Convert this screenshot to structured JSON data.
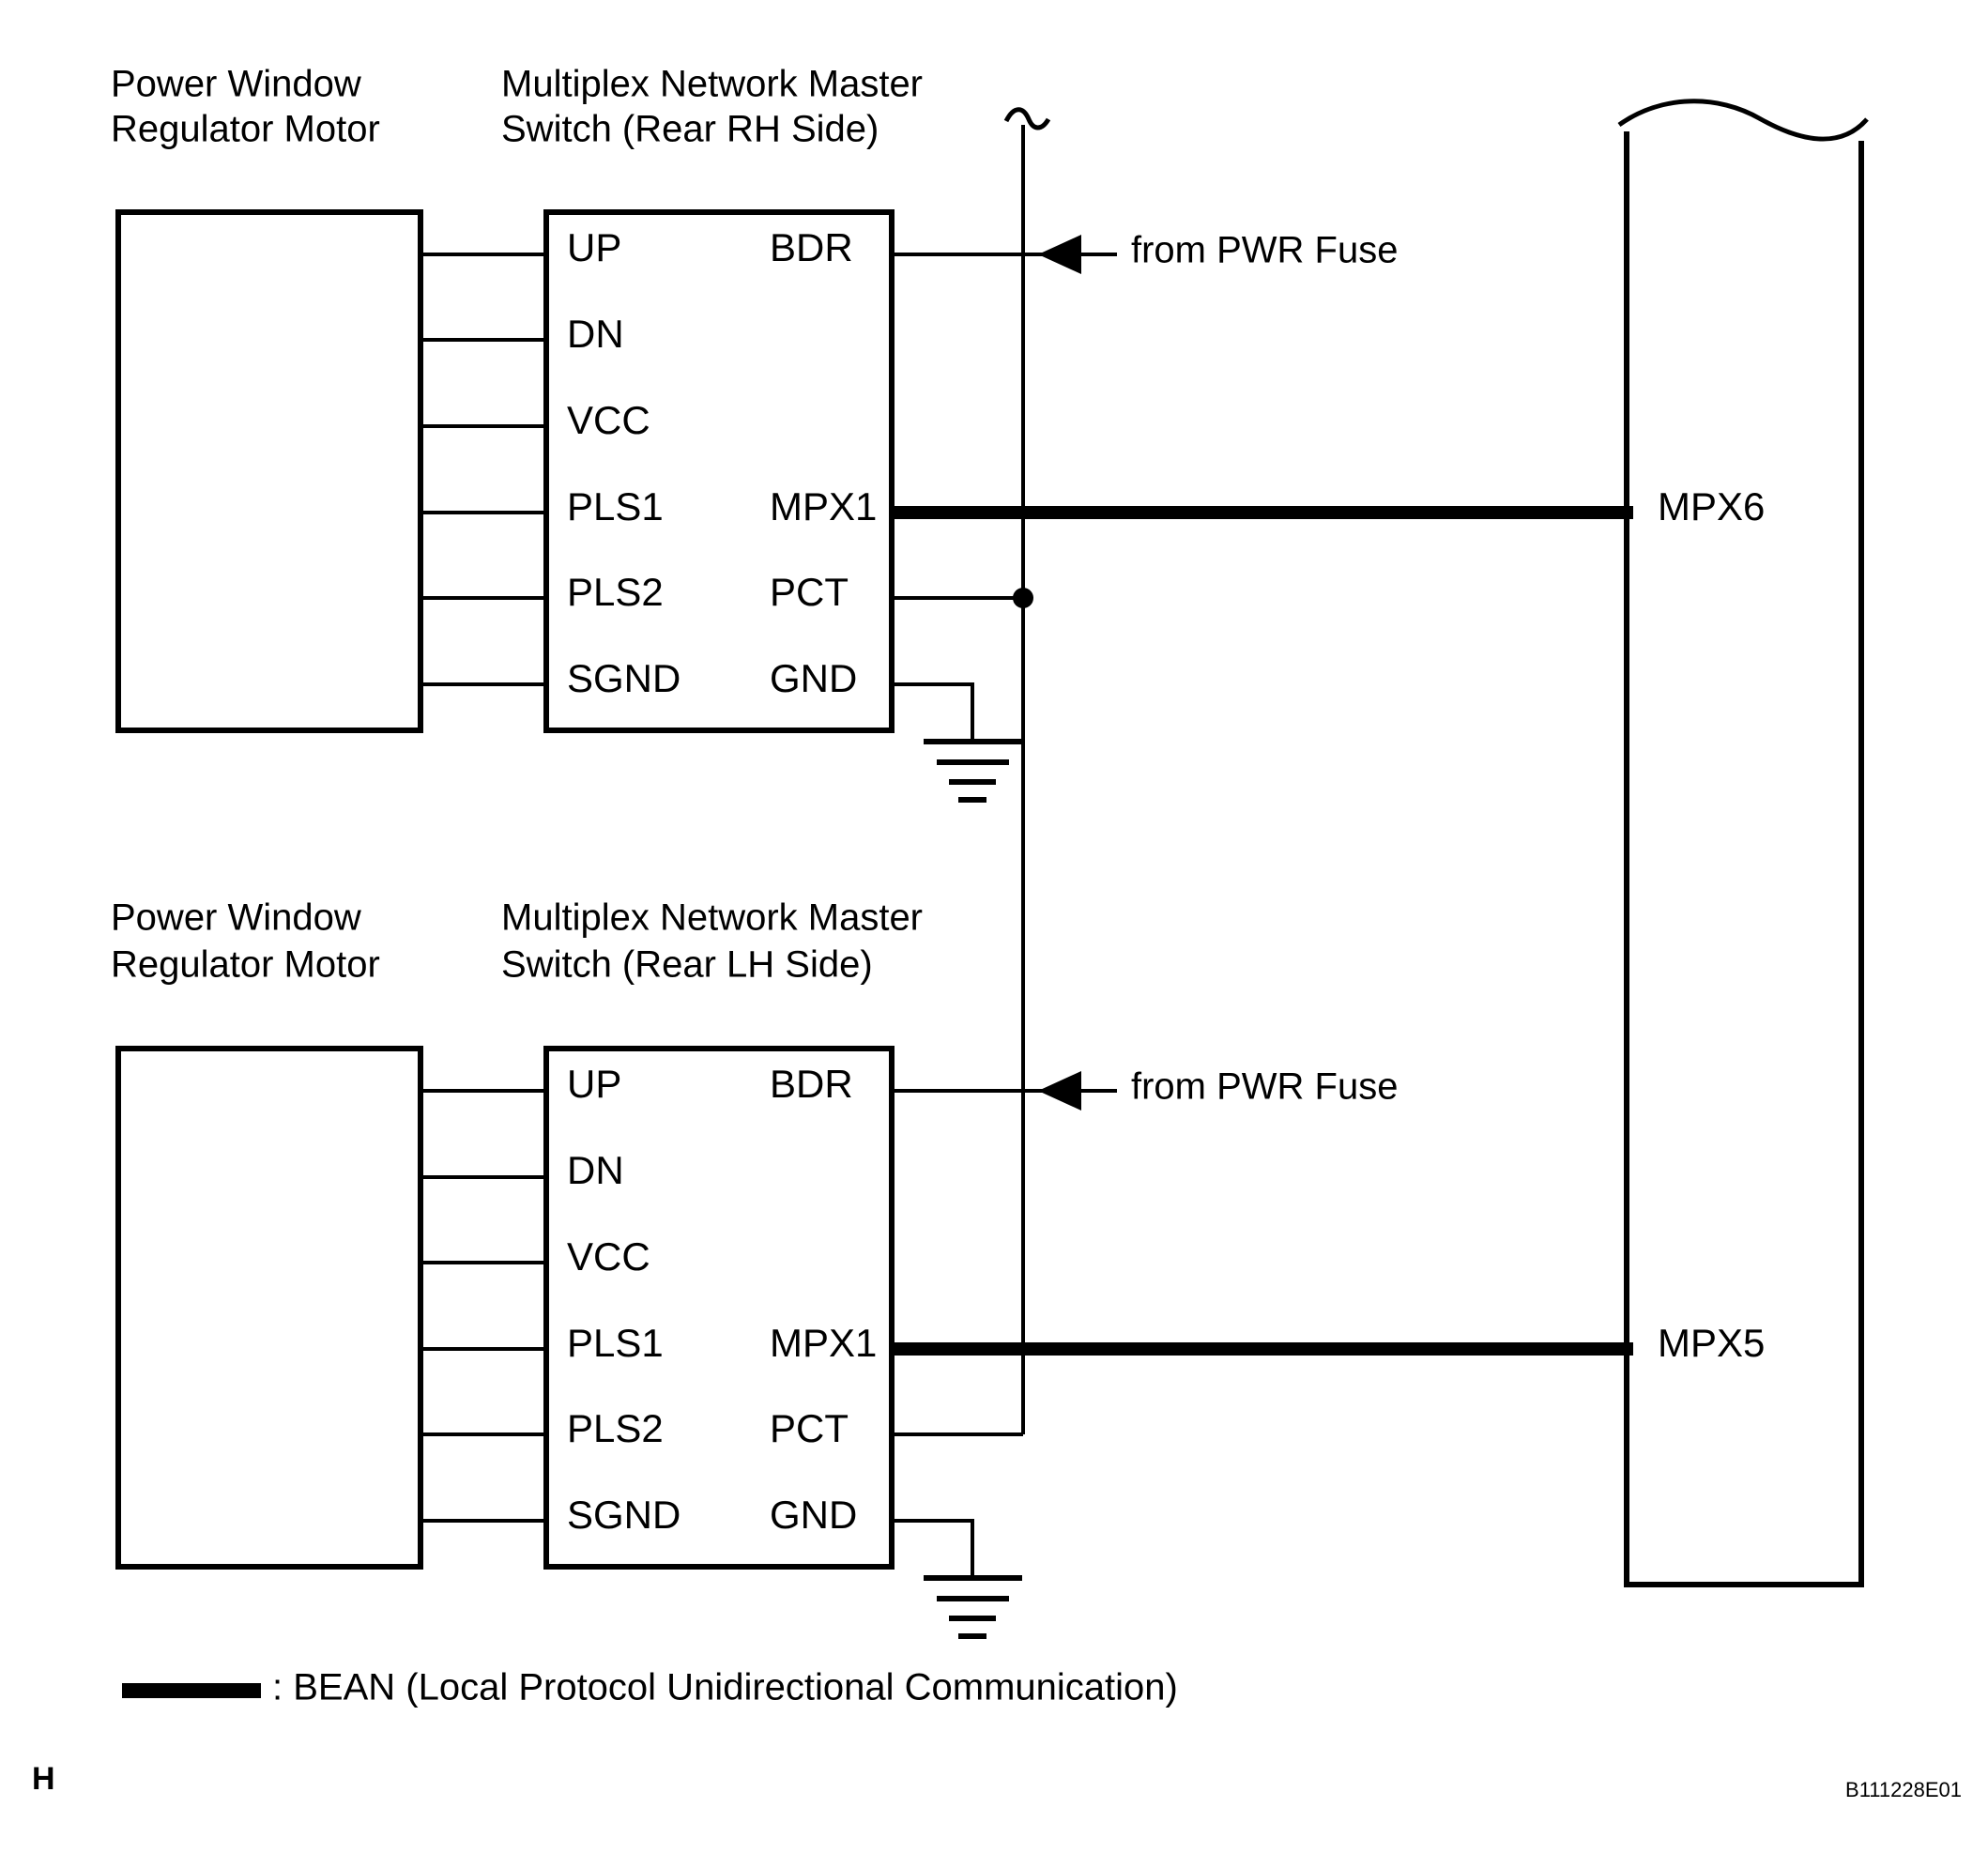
{
  "page": {
    "corner_marker": "H",
    "figure_code": "B111228E01",
    "background_color": "#ffffff",
    "line_color": "#000000"
  },
  "legend": {
    "symbol": "thick-line-swatch",
    "text": ": BEAN (Local Protocol Unidirectional Communication)"
  },
  "sections": [
    {
      "id": "rear-rh",
      "motor": {
        "title_line1": "Power Window",
        "title_line2": "Regulator Motor"
      },
      "switch": {
        "title_line1": "Multiplex Network Master",
        "title_line2": "Switch (Rear RH Side)"
      },
      "left_pins": [
        "UP",
        "DN",
        "VCC",
        "PLS1",
        "PLS2",
        "SGND"
      ],
      "right_pins": [
        "BDR",
        "",
        "",
        "MPX1",
        "PCT",
        "GND"
      ],
      "power_note": "from PWR Fuse",
      "bus_terminal": "MPX6"
    },
    {
      "id": "rear-lh",
      "motor": {
        "title_line1": "Power Window",
        "title_line2": "Regulator Motor"
      },
      "switch": {
        "title_line1": "Multiplex Network Master",
        "title_line2": "Switch (Rear LH Side)"
      },
      "left_pins": [
        "UP",
        "DN",
        "VCC",
        "PLS1",
        "PLS2",
        "SGND"
      ],
      "right_pins": [
        "BDR",
        "",
        "",
        "MPX1",
        "PCT",
        "GND"
      ],
      "power_note": "from PWR Fuse",
      "bus_terminal": "MPX5"
    }
  ]
}
